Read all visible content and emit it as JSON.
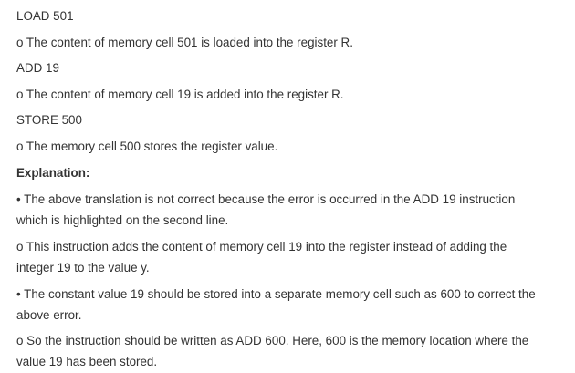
{
  "document": {
    "lines": [
      "LOAD 501",
      "o The content of memory cell 501 is loaded into the register R.",
      "ADD 19",
      "o The content of memory cell 19 is added into the register R.",
      "STORE 500",
      "o The memory cell 500 stores the register value.",
      "Explanation:",
      "• The above translation is not correct because the error is occurred in the ADD 19 instruction",
      "which is highlighted on the second line.",
      "o This instruction adds the content of memory cell 19 into the register instead of adding the",
      "integer 19 to the value y.",
      "• The constant value 19 should be stored into a separate memory cell such as 600 to correct the",
      "above error.",
      "o So the instruction should be written as ADD 600. Here, 600 is the memory location where the",
      "value 19 has been stored."
    ]
  }
}
